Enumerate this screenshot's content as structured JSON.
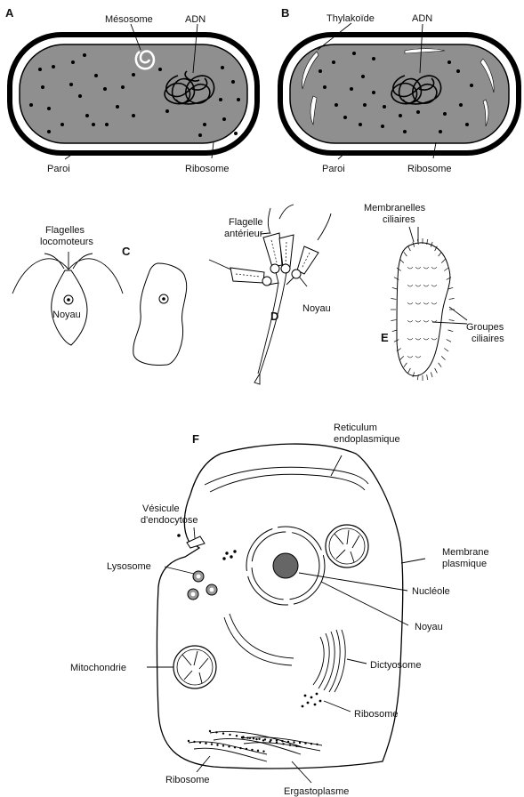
{
  "panels": {
    "a": {
      "letter": "A",
      "labels": {
        "mesosome": "Mésosome",
        "adn": "ADN",
        "paroi": "Paroi",
        "ribosome": "Ribosome"
      }
    },
    "b": {
      "letter": "B",
      "labels": {
        "thylakoide": "Thylakoïde",
        "adn": "ADN",
        "paroi": "Paroi",
        "ribosome": "Ribosome"
      }
    },
    "c": {
      "letter": "C",
      "labels": {
        "flagelles_1": "Flagelles",
        "flagelles_2": "locomoteurs",
        "noyau": "Noyau"
      }
    },
    "d": {
      "letter": "D",
      "labels": {
        "flagelle_1": "Flagelle",
        "flagelle_2": "antérieur",
        "noyau": "Noyau"
      }
    },
    "e": {
      "letter": "E",
      "labels": {
        "membranelles_1": "Membranelles",
        "membranelles_2": "ciliaires",
        "groupes_1": "Groupes",
        "groupes_2": "ciliaires"
      }
    },
    "f": {
      "letter": "F",
      "labels": {
        "reticulum_1": "Reticulum",
        "reticulum_2": "endoplasmique",
        "vesicule_1": "Vésicule",
        "vesicule_2": "d'endocytose",
        "lysosome": "Lysosome",
        "membrane_1": "Membrane",
        "membrane_2": "plasmique",
        "nucleole": "Nucléole",
        "noyau": "Noyau",
        "mitochondrie": "Mitochondrie",
        "dictyosome": "Dictyosome",
        "ribosome_right": "Ribosome",
        "ribosome_bottom": "Ribosome",
        "ergastoplasme": "Ergastoplasme"
      }
    }
  },
  "colors": {
    "cytoplasm": "#8f8f8f",
    "ink": "#000000",
    "nucleolus": "#666666",
    "background": "#ffffff"
  }
}
